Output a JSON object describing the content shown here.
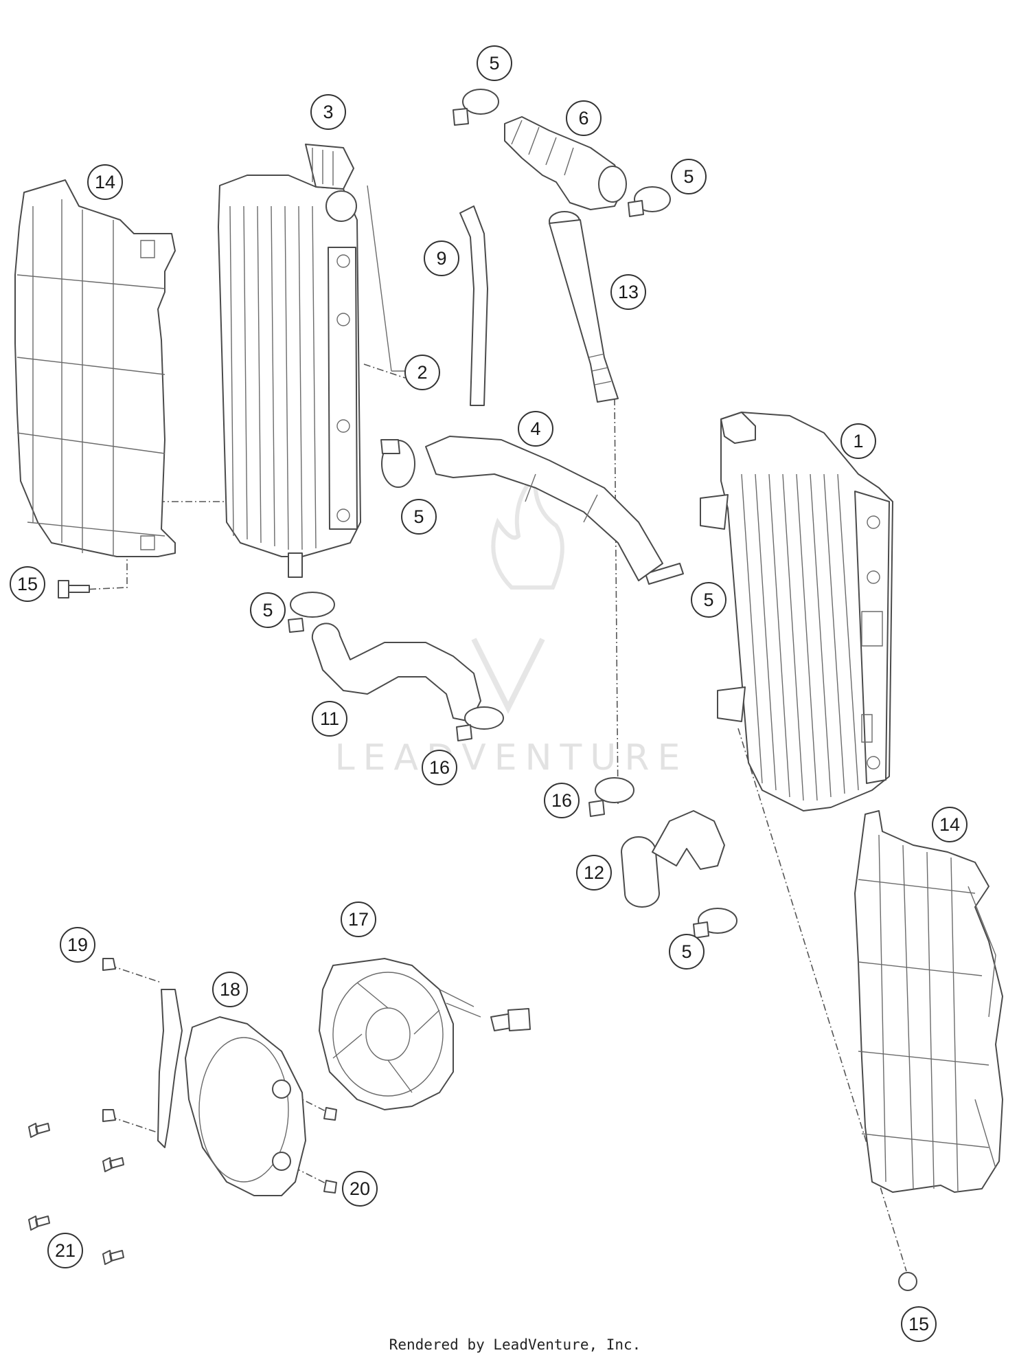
{
  "callouts": [
    "1",
    "2",
    "3",
    "4",
    "5",
    "6",
    "9",
    "11",
    "12",
    "13",
    "14",
    "15",
    "16",
    "17",
    "18",
    "19",
    "20",
    "21"
  ],
  "watermark": "LEADVENTURE",
  "footer": {
    "credit": "Rendered by LeadVenture, Inc."
  },
  "colors": {
    "line": "#4a4a4a",
    "watermark": "#e2e2e2",
    "background": "#ffffff"
  }
}
